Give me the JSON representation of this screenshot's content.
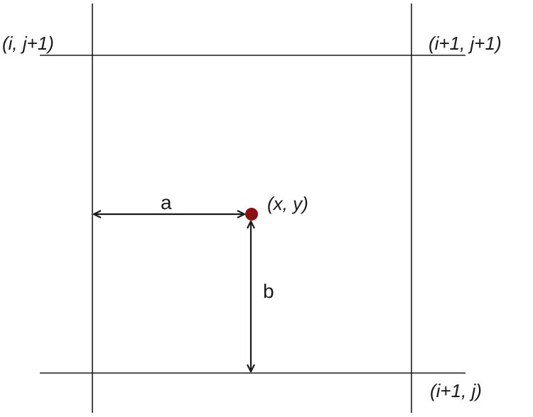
{
  "labels": {
    "top_left": "(i, j+1)",
    "top_right": "(i+1, j+1)",
    "bottom_right": "(i+1, j)",
    "point": "(x, y)",
    "horizontal_distance": "a",
    "vertical_distance": "b"
  },
  "colors": {
    "line": "#1a1a1a",
    "point": "#8b1010",
    "background": "#ffffff"
  }
}
